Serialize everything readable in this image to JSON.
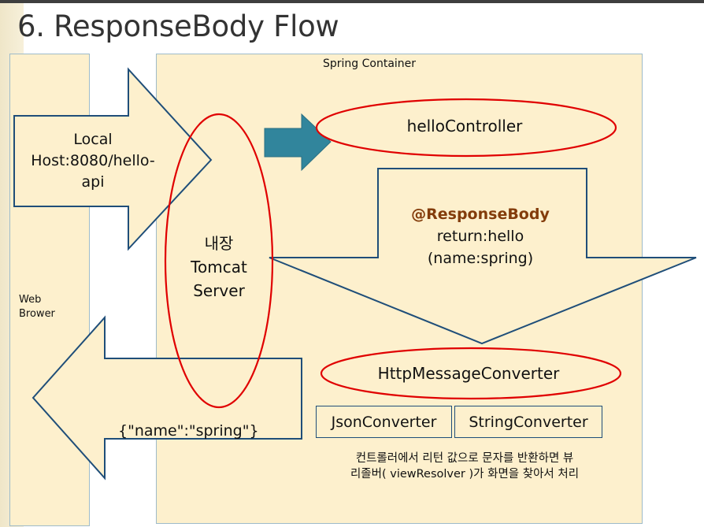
{
  "title": "6. ResponseBody Flow",
  "browser_label_line1": "Web",
  "browser_label_line2": "Brower",
  "container_label": "Spring Container",
  "request_line1": "Local",
  "request_line2": "Host:8080/hello-",
  "request_line3": "api",
  "tomcat_line1": "내장",
  "tomcat_line2": "Tomcat",
  "tomcat_line3": "Server",
  "controller_label": "helloController",
  "annotation_title": "@ResponseBody",
  "annotation_line2": "return:hello",
  "annotation_line3": "(name:spring)",
  "converter_label": "HttpMessageConverter",
  "json_converter": "JsonConverter",
  "string_converter": "StringConverter",
  "response_label": "{\"name\":\"spring\"}",
  "note_line1": "컨트롤러에서 리턴 값으로 문자를 반환하면 뷰",
  "note_line2": "리졸버( viewResolver )가 화면을 찾아서 처리",
  "colors": {
    "panel_fill": "#fdf0cd",
    "panel_border": "#9ebbc9",
    "arrow_stroke": "#1f4e79",
    "ellipse_stroke": "#e00000",
    "teal_arrow": "#31859c",
    "annotation_color": "#833c0b"
  }
}
